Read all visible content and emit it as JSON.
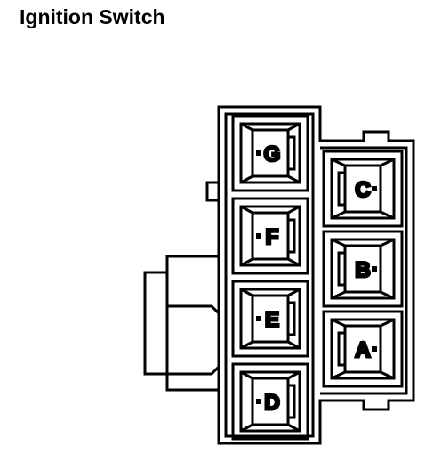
{
  "title": "Ignition Switch",
  "colors": {
    "line": "#000000",
    "background": "#ffffff"
  },
  "pins": {
    "left_column": [
      "G",
      "F",
      "E",
      "D"
    ],
    "right_column": [
      "C",
      "B",
      "A"
    ]
  }
}
